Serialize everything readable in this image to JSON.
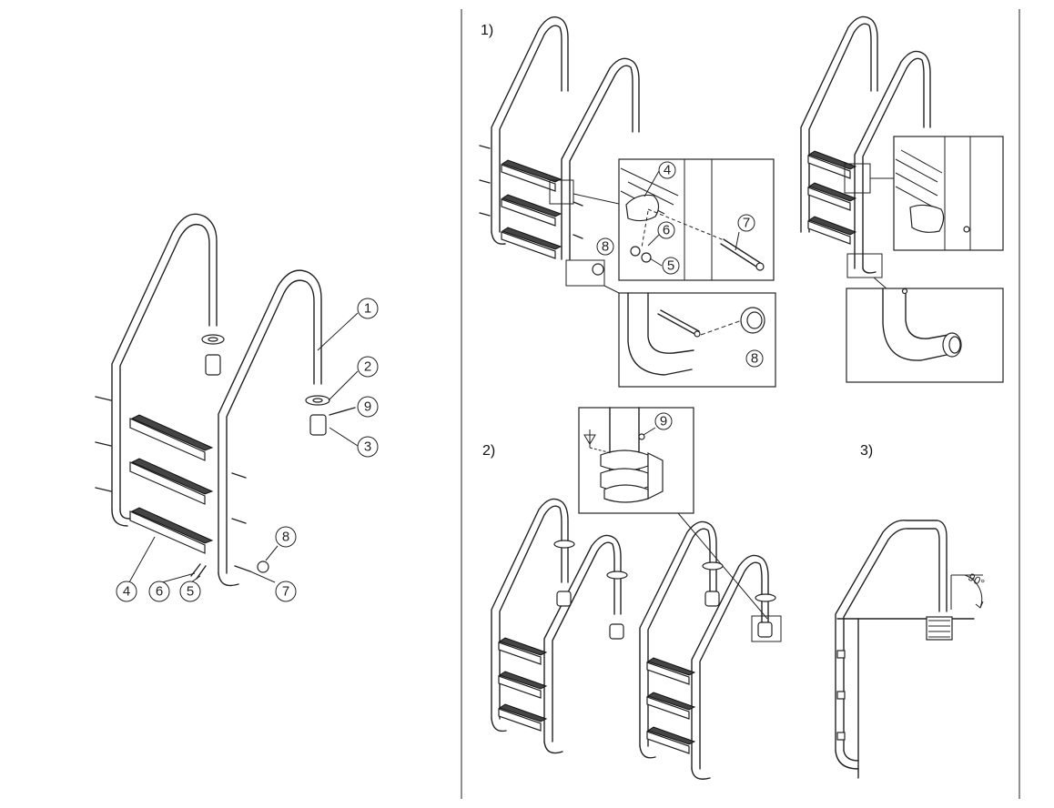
{
  "parts": {
    "p1": "1",
    "p2": "2",
    "p3": "3",
    "p4": "4",
    "p5": "5",
    "p6": "6",
    "p7": "7",
    "p8": "8",
    "p9": "9"
  },
  "steps": {
    "step1": "1)",
    "step2": "2)",
    "step3": "3)"
  },
  "detail_labels": {
    "d4": "4",
    "d5": "5",
    "d6": "6",
    "d7": "7",
    "d8a": "8",
    "d8b": "8",
    "d9": "9"
  },
  "angle": {
    "value": "90°"
  },
  "colors": {
    "line": "#222222",
    "tread": "#444444",
    "background": "#ffffff"
  }
}
